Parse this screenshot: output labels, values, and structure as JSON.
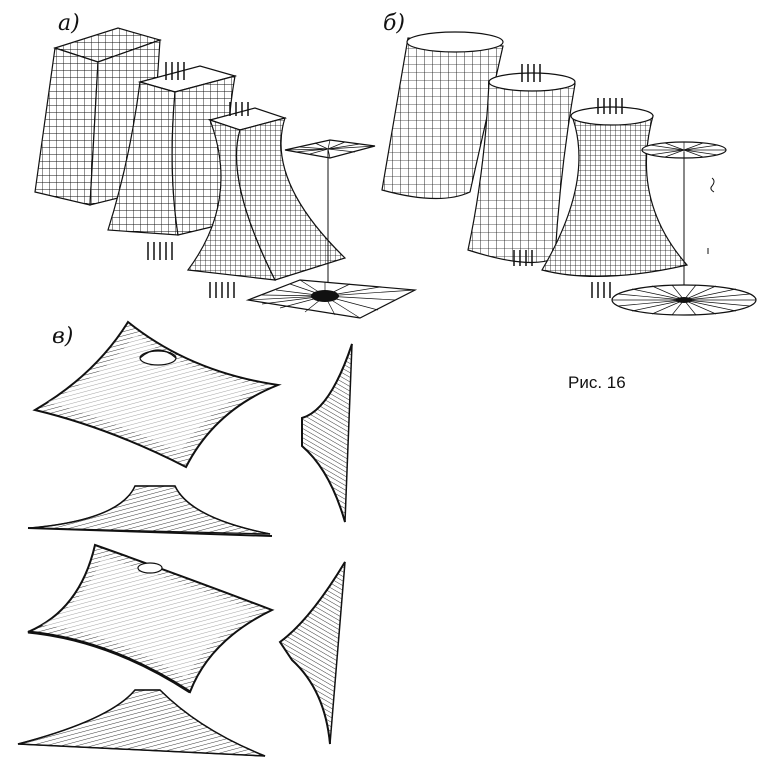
{
  "labels": {
    "a": "а)",
    "b": "б)",
    "v": "в)"
  },
  "caption": "Рис. 16"
}
